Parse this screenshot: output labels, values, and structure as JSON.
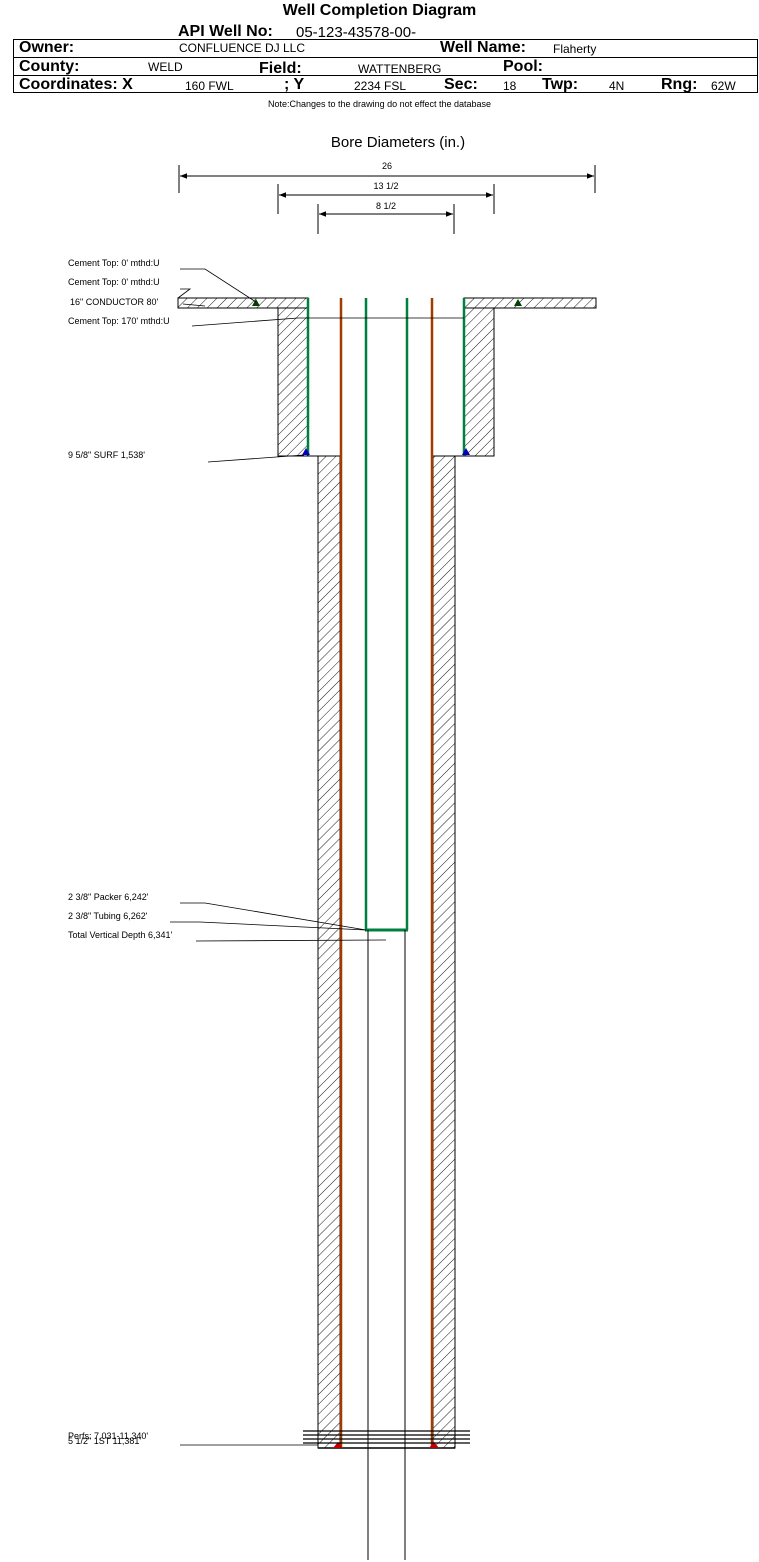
{
  "header": {
    "title": "Well Completion Diagram",
    "api_label": "API Well No:",
    "api_value": "05-123-43578-00-",
    "owner_label": "Owner:",
    "owner_value": "CONFLUENCE DJ LLC",
    "wellname_label": "Well Name:",
    "wellname_value": "Flaherty",
    "county_label": "County:",
    "county_value": "WELD",
    "field_label": "Field:",
    "field_value": "WATTENBERG",
    "pool_label": "Pool:",
    "pool_value": "",
    "coordx_label": "Coordinates: X",
    "coordx_value": "160 FWL",
    "coordy_label": "; Y",
    "coordy_value": "2234 FSL",
    "sec_label": "Sec:",
    "sec_value": "18",
    "twp_label": "Twp:",
    "twp_value": "4N",
    "rng_label": "Rng:",
    "rng_value": "62W",
    "note": "Note:Changes to the drawing do not effect the database"
  },
  "diagram": {
    "subtitle": "Bore Diameters (in.)",
    "bore_labels": [
      "26",
      "13 1/2",
      "8 1/2"
    ],
    "annotations": {
      "cement_top_1": "Cement Top: 0' mthd:U",
      "cement_top_2": "Cement Top: 0' mthd:U",
      "conductor": "16\" CONDUCTOR  80'",
      "cement_top_3": "Cement Top: 170' mthd:U",
      "surf": "9 5/8\" SURF      1,538'",
      "packer": "2 3/8\" Packer 6,242'",
      "tubing": "2 3/8\" Tubing 6,262'",
      "tvd": "Total Vertical Depth 6,341'",
      "perfs": "Perfs: 7,031-11,340'",
      "casing_1st": "5 1/2\" 1ST    11,381'"
    },
    "colors": {
      "tubing": "#008040",
      "production_casing": "#a03c00",
      "cement_marker_blue": "#0000c0",
      "cement_marker_red": "#c00000",
      "cement_marker_green": "#004000"
    }
  }
}
